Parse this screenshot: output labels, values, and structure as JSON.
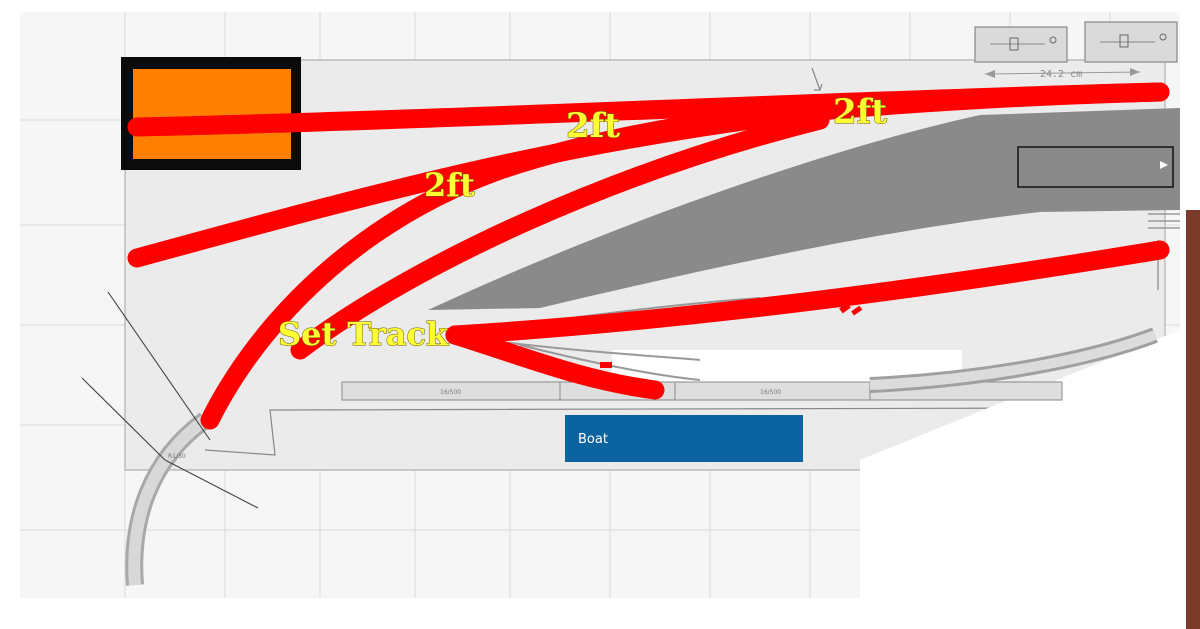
{
  "labels": {
    "boat": "Boat",
    "dimension": "24.2 cm",
    "annotations": [
      "2ft",
      "2ft",
      "2ft",
      "Set Track"
    ],
    "track_segment": "16/500"
  },
  "colors": {
    "red_line": "#ff0000",
    "orange_box": "#ff7f00",
    "boat_blue": "#0b64a0",
    "gray_hull": "#8a8a8a",
    "label_yellow": "#ffff33",
    "grid_line": "#d9d9d9"
  }
}
